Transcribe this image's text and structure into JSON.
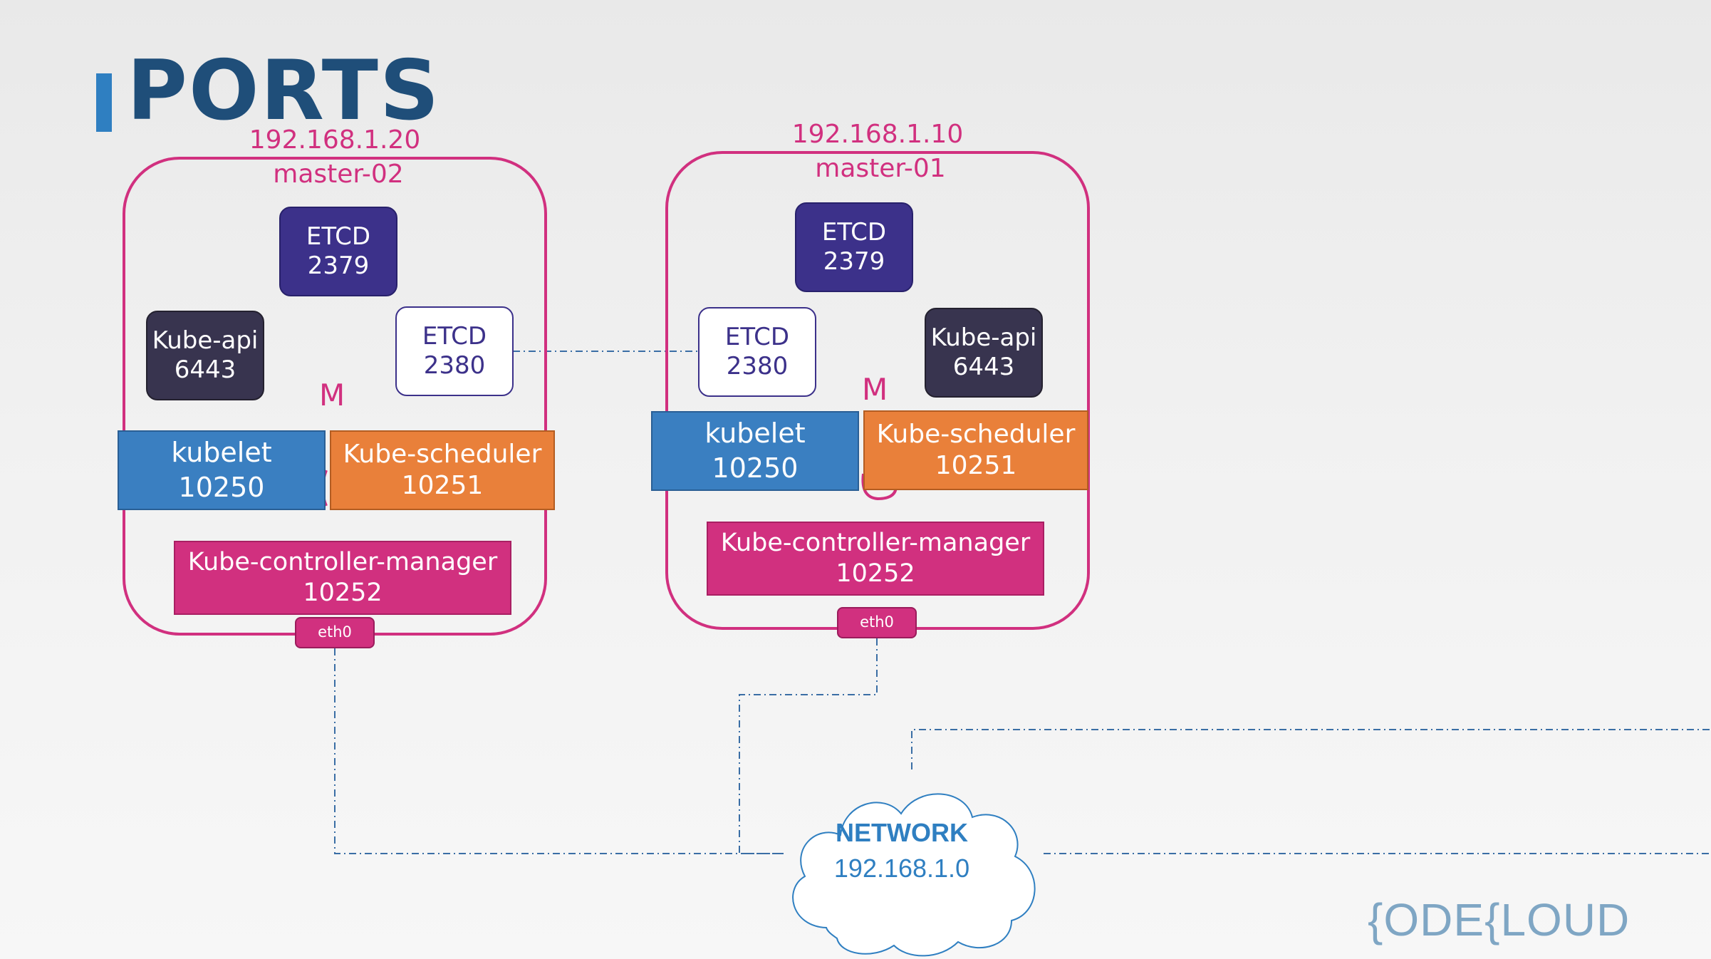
{
  "title": "PORTS",
  "nodes": [
    {
      "ip": "192.168.1.20",
      "name": "master-02",
      "etcd_client": {
        "name": "ETCD",
        "port": "2379"
      },
      "etcd_peer": {
        "name": "ETCD",
        "port": "2380"
      },
      "kube_api": {
        "name": "Kube-api",
        "port": "6443"
      },
      "kubelet": {
        "name": "kubelet",
        "port": "10250"
      },
      "scheduler": {
        "name": "Kube-scheduler",
        "port": "10251"
      },
      "controller": {
        "name": "Kube-controller-manager",
        "port": "10252"
      },
      "marker": "M",
      "interface": "eth0"
    },
    {
      "ip": "192.168.1.10",
      "name": "master-01",
      "etcd_client": {
        "name": "ETCD",
        "port": "2379"
      },
      "etcd_peer": {
        "name": "ETCD",
        "port": "2380"
      },
      "kube_api": {
        "name": "Kube-api",
        "port": "6443"
      },
      "kubelet": {
        "name": "kubelet",
        "port": "10250"
      },
      "scheduler": {
        "name": "Kube-scheduler",
        "port": "10251"
      },
      "controller": {
        "name": "Kube-controller-manager",
        "port": "10252"
      },
      "marker": "M",
      "interface": "eth0"
    }
  ],
  "network": {
    "label": "NETWORK",
    "cidr": "192.168.1.0"
  },
  "logo": {
    "part1": "ODE",
    "part2": "LOUD"
  },
  "colors": {
    "accent": "#d1307f",
    "title": "#1f4e79",
    "network": "#2f7fc1",
    "link": "#3a6ea5"
  }
}
